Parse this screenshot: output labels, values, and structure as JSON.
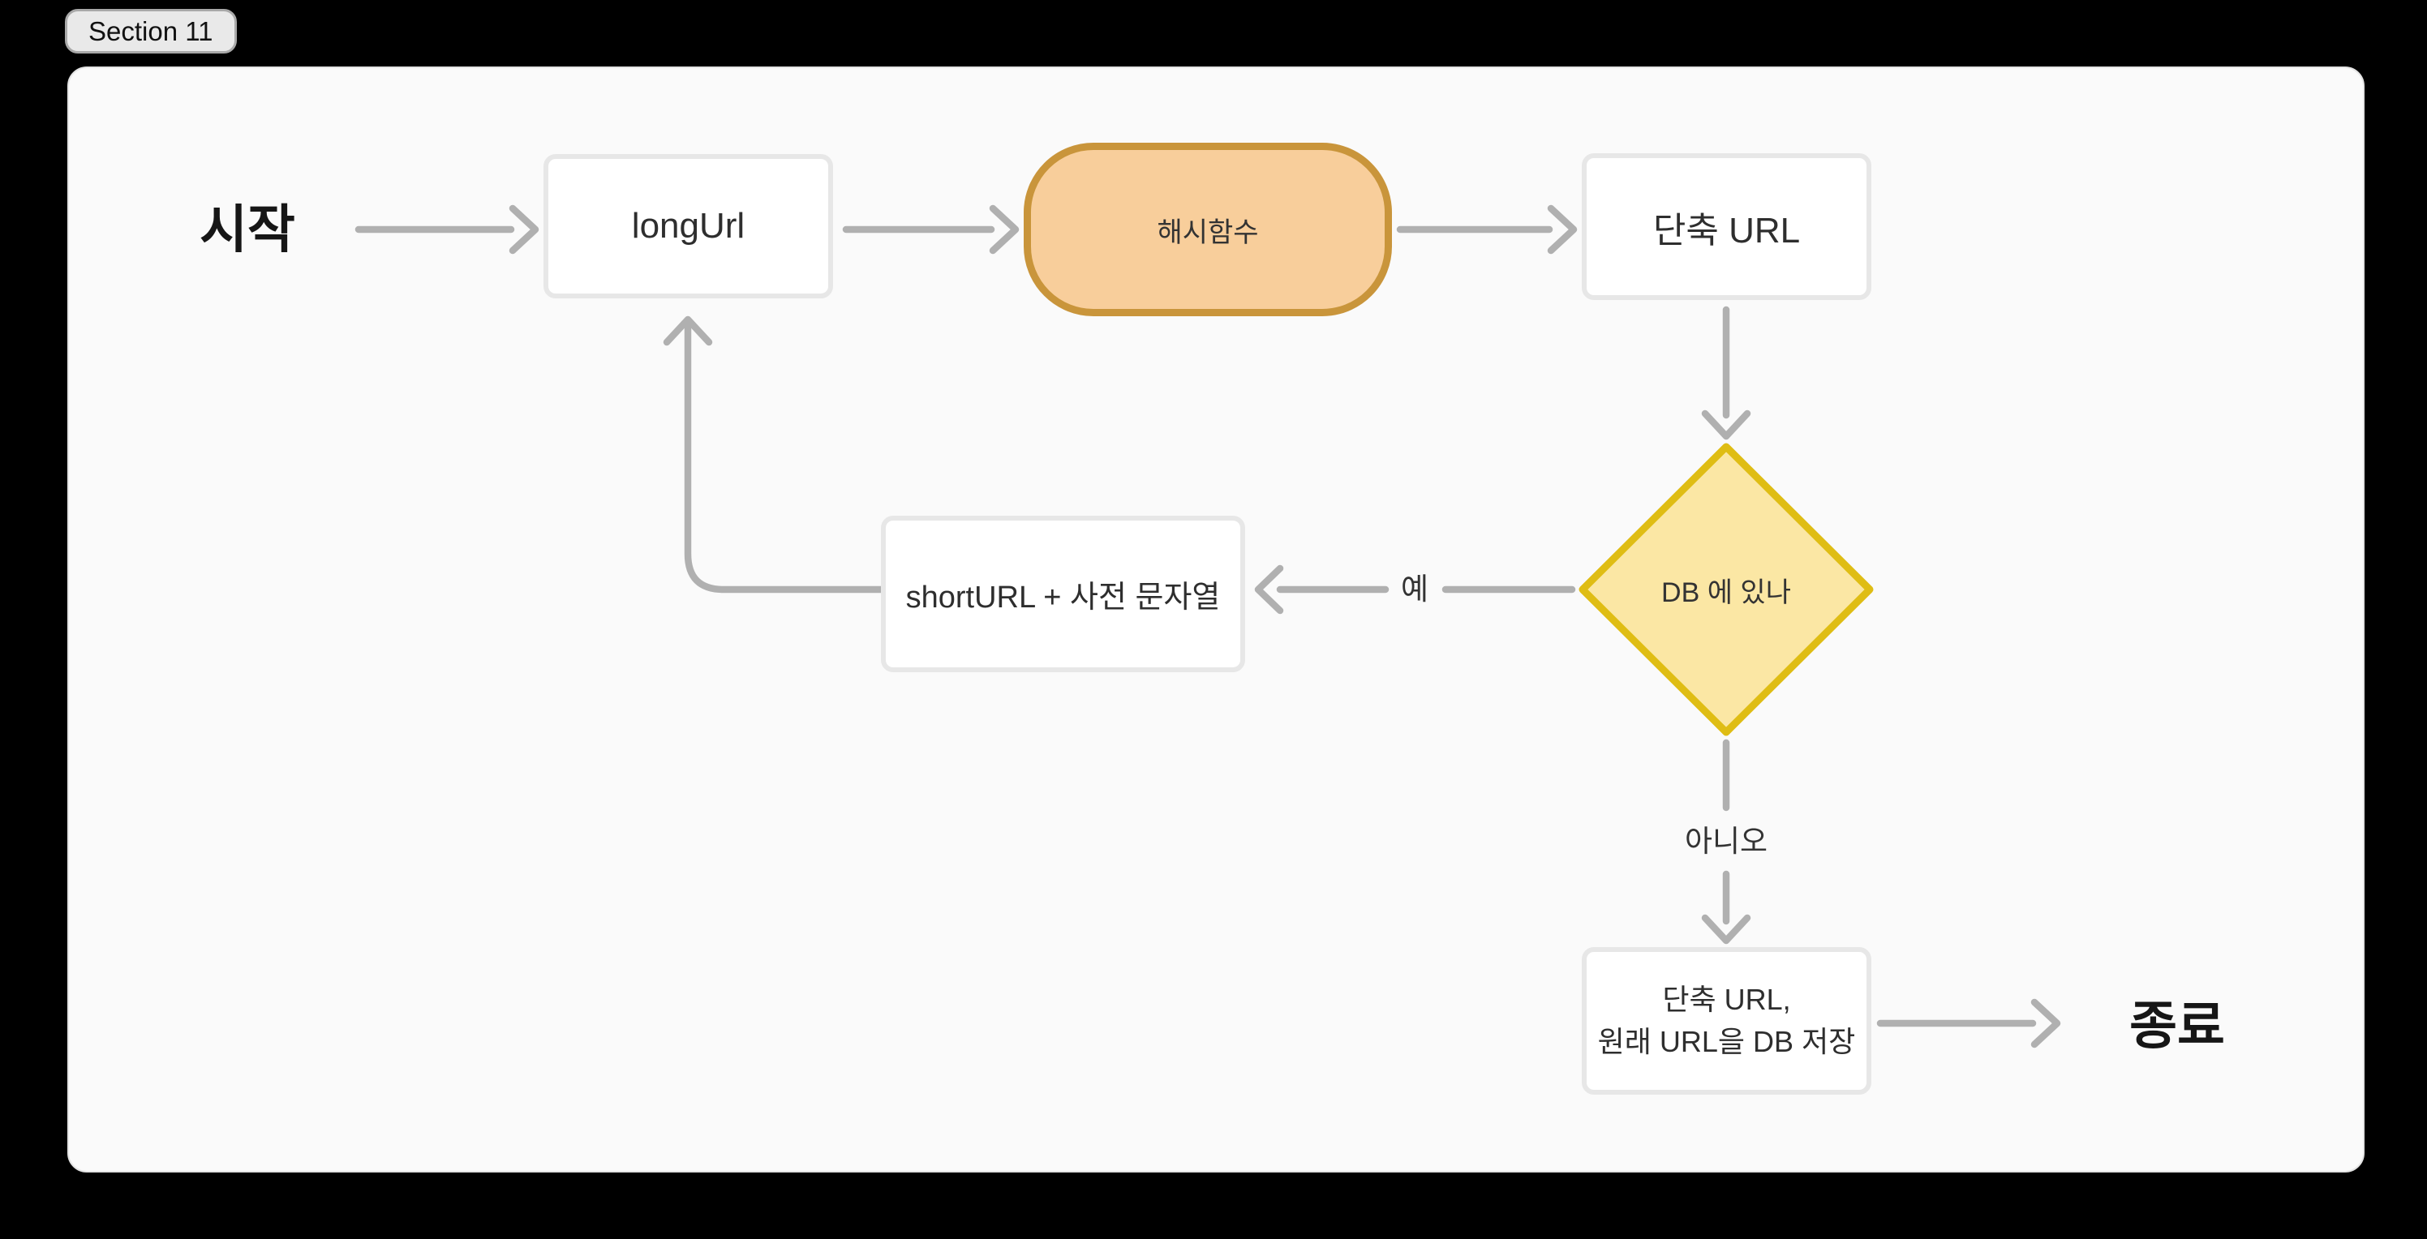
{
  "section": {
    "badge_label": "Section 11"
  },
  "flowchart": {
    "start_label": "시작",
    "long_url_label": "longUrl",
    "hash_fn_label": "해시함수",
    "short_url_label": "단축 URL",
    "db_check_label": "DB 에 있나",
    "dict_concat_label": "shortURL + 사전 문자열",
    "save_db_line1": "단축 URL,",
    "save_db_line2": "원래 URL을 DB 저장",
    "end_label": "종료",
    "edge_yes_label": "예",
    "edge_no_label": "아니오"
  },
  "colors": {
    "canvas_bg": "#000000",
    "section_fill": "#FAFAFA",
    "section_border": "#E4E4E4",
    "badge_fill": "#E9E9E9",
    "badge_border": "#A9A9A9",
    "node_fill": "#FFFFFF",
    "node_border": "#E7E7E7",
    "hash_fill": "#F8CE9B",
    "hash_border": "#C9953B",
    "decision_fill": "#FBE7A4",
    "decision_border": "#DFBD14",
    "arrow": "#B0B0B0",
    "text": "#1E1E1E"
  }
}
